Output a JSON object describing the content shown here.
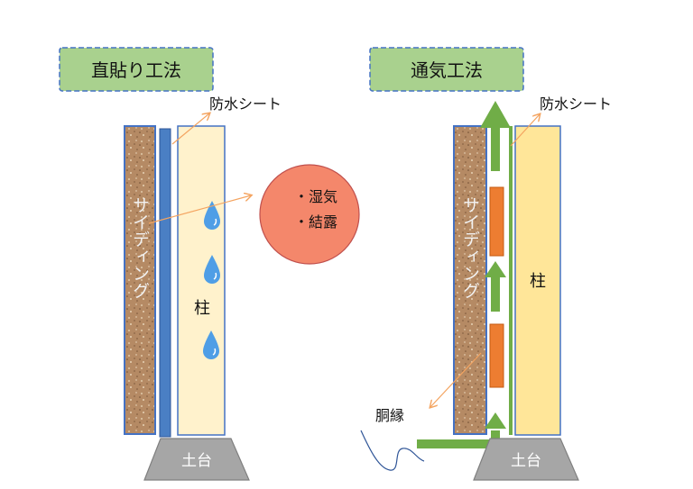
{
  "left_panel": {
    "title": "直貼り工法",
    "waterproof_sheet": "防水シート",
    "siding": "サイディング",
    "pillar": "柱",
    "base": "土台",
    "callout_items": [
      "・湿気",
      "・結露"
    ]
  },
  "right_panel": {
    "title": "通気工法",
    "waterproof_sheet": "防水シート",
    "siding": "サイディング",
    "pillar": "柱",
    "base": "土台",
    "furring_strip": "胴縁"
  },
  "colors": {
    "title_fill": "#a9d18e",
    "title_border": "#4472c4",
    "siding_fill": "#b58a64",
    "sheet_blue": "#4a7fc4",
    "pillar_fill": "#fff2cc",
    "pillar_fill_right": "#ffe699",
    "pillar_border": "#4472c4",
    "base_fill": "#a6a6a6",
    "droplet": "#4f9ee6",
    "callout_fill": "#f4876b",
    "leader_line": "#f4a460",
    "airflow_arrow": "#70ad47",
    "furring_fill": "#ed7d31"
  },
  "icons": [
    "water-drop-icon",
    "airflow-arrow-icon"
  ]
}
